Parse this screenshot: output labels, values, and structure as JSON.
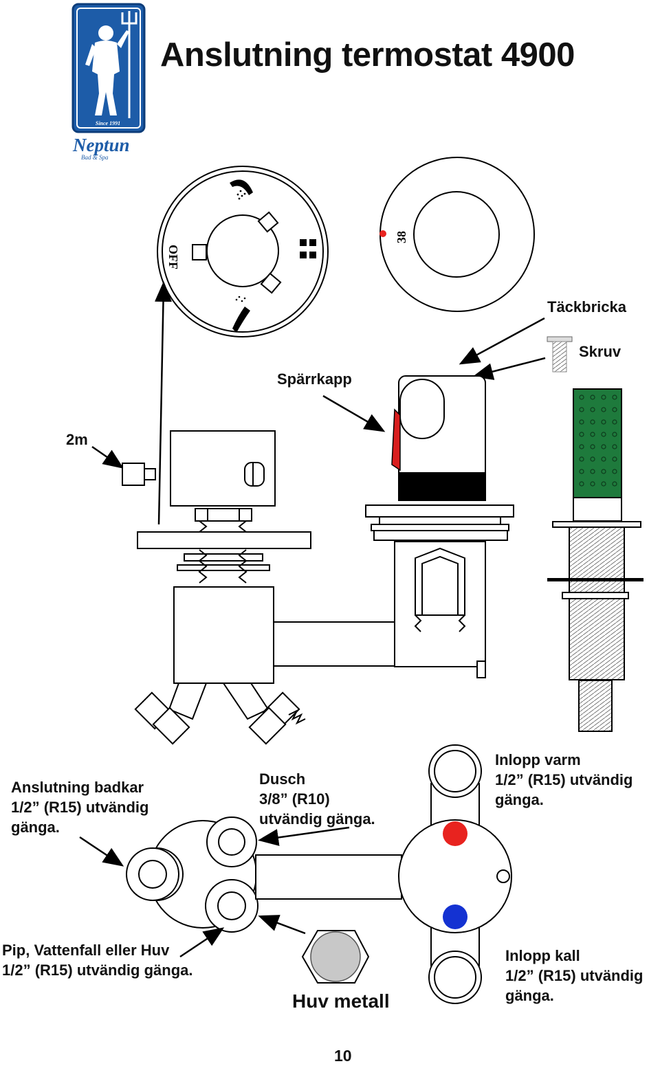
{
  "title": "Anslutning termostat 4900",
  "logo": {
    "badge_text": "Since 1991",
    "brand": "Neptun",
    "tagline": "Bad & Spa",
    "icon": "neptune-figure-icon"
  },
  "dial_labels": {
    "off": "OFF",
    "temperature": "38"
  },
  "labels": {
    "tackbricka": "Täckbricka",
    "skruv": "Skruv",
    "sparrkapp": "Spärrkapp",
    "hose_length": "2m",
    "badkar": [
      "Anslutning badkar",
      "1/2” (R15) utvändig",
      "gänga."
    ],
    "dusch": [
      "Dusch",
      "3/8” (R10)",
      "utvändig gänga."
    ],
    "inlopp_varm": [
      "Inlopp varm",
      "1/2” (R15) utvändig",
      "gänga."
    ],
    "pip": [
      "Pip, Vattenfall eller Huv",
      "1/2” (R15) utvändig gänga."
    ],
    "huv_metall": "Huv metall",
    "inlopp_kall": [
      "Inlopp kall",
      "1/2” (R15) utvändig",
      "gänga."
    ]
  },
  "page_number": "10",
  "colors": {
    "logo_blue": "#1d5ca8",
    "hot": "#e8231f",
    "cold": "#1432d2",
    "handle_red": "#d81e1e",
    "shower_green": "#1e7a3c",
    "metal_grey": "#c8c8c8"
  }
}
